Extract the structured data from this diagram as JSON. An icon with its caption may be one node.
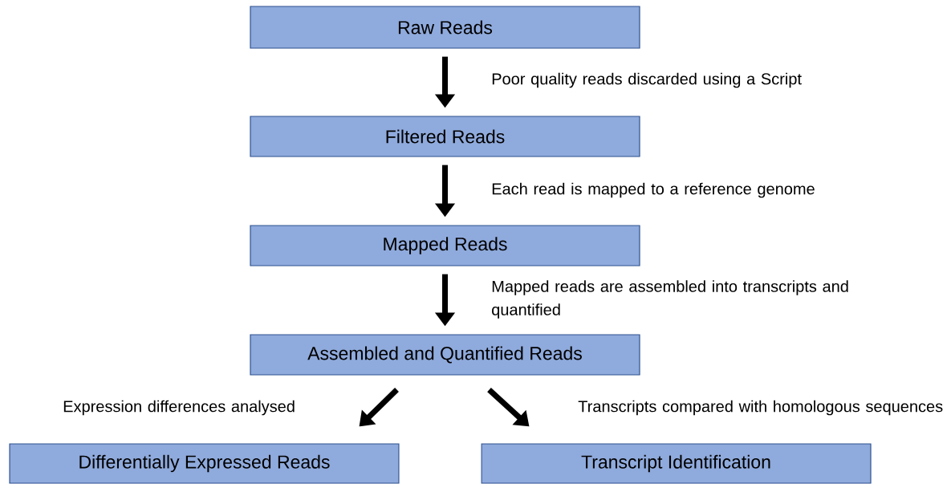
{
  "diagram": {
    "nodes": [
      {
        "text": [
          "Raw Reads"
        ]
      },
      {
        "text": [
          "Filtered Reads"
        ]
      },
      {
        "text": [
          "Mapped Reads"
        ]
      },
      {
        "text": [
          "Assembled and Quantified Reads"
        ]
      },
      {
        "text": [
          "Differentially Expressed Reads"
        ]
      },
      {
        "text": [
          "Transcript Identification"
        ]
      }
    ],
    "edges": [
      {
        "from": 0,
        "to": 1,
        "arrow": "to",
        "label": "Poor quality reads discarded using a Script"
      },
      {
        "from": 1,
        "to": 2,
        "arrow": "to",
        "label": "Each read is mapped to a reference genome"
      },
      {
        "from": 2,
        "to": 3,
        "arrow": "to",
        "label": "Mapped reads are assembled into transcripts and quantified"
      },
      {
        "from": 3,
        "to": 4,
        "arrow": "to",
        "label": "Expression differences analysed"
      },
      {
        "from": 3,
        "to": 5,
        "arrow": "to",
        "label": "Transcripts compared with homologous sequences"
      }
    ]
  }
}
